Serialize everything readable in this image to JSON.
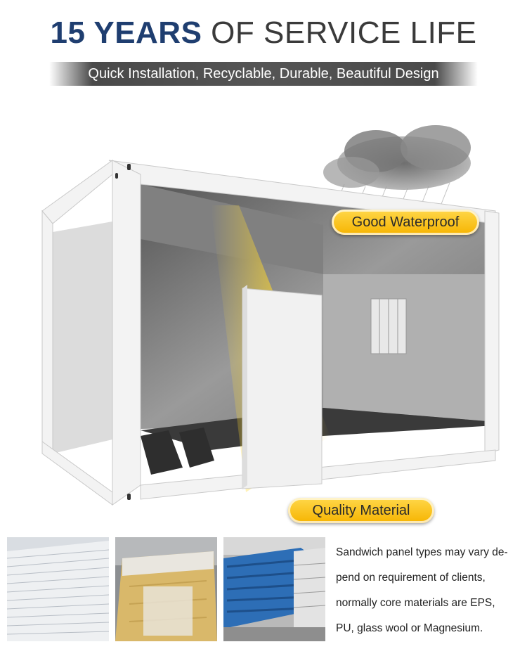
{
  "header": {
    "title_strong": "15 YEARS",
    "title_light": "OF SERVICE LIFE",
    "subtitle": "Quick Installation, Recyclable, Durable, Beautiful Design"
  },
  "callouts": {
    "waterproof": "Good Waterproof",
    "material": "Quality Material"
  },
  "description": {
    "lines": [
      "Sandwich panel types may vary de-",
      "pend on requirement of clients,",
      "normally core materials are EPS,",
      "PU, glass wool or Magnesium."
    ]
  },
  "colors": {
    "title_blue": "#1f3e70",
    "callout_gold": "#f6b400"
  }
}
